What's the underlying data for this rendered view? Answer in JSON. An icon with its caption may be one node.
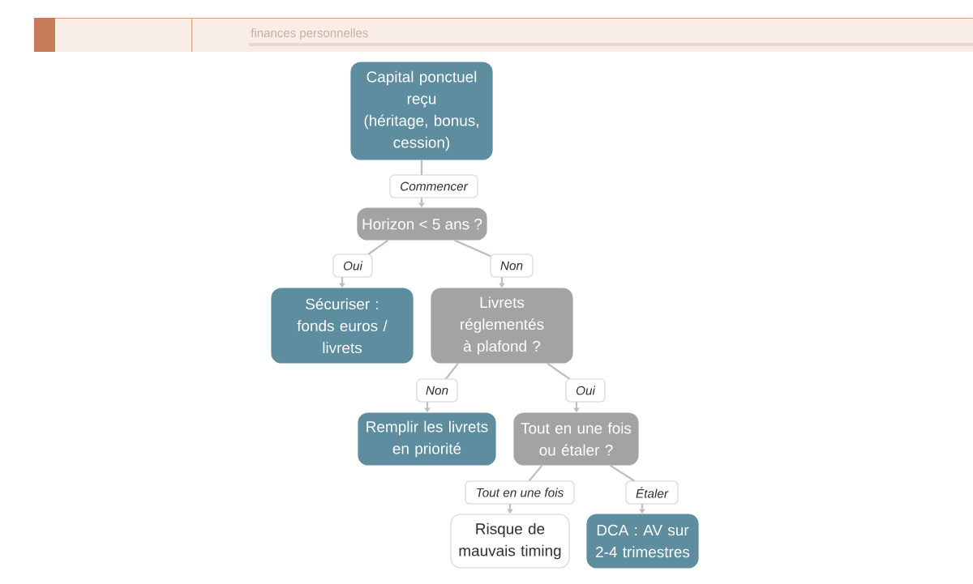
{
  "diagram": {
    "nodes": [
      {
        "text": [
          "Capital ponctuel reçu (héritage, bonus, cession)"
        ]
      },
      {
        "text": [
          "Horizon < 5 ans ?"
        ]
      },
      {
        "text": [
          "Sécuriser : fonds euros / livrets"
        ]
      },
      {
        "text": [
          "Livrets réglementés à plafond ?"
        ]
      },
      {
        "text": [
          "Remplir les livrets en priorité"
        ]
      },
      {
        "text": [
          "Tout en une fois ou étaler ?"
        ]
      },
      {
        "text": [
          "Risque de mauvais timing"
        ]
      },
      {
        "text": [
          "DCA : AV sur 2-4 trimestres"
        ]
      }
    ],
    "edges": [
      {
        "from": 0,
        "to": 1,
        "arrow": "to",
        "label": "Commencer"
      },
      {
        "from": 1,
        "to": 2,
        "arrow": "to",
        "label": "Oui"
      },
      {
        "from": 1,
        "to": 3,
        "arrow": "to",
        "label": "Non"
      },
      {
        "from": 3,
        "to": 4,
        "arrow": "to",
        "label": "Non"
      },
      {
        "from": 3,
        "to": 5,
        "arrow": "to",
        "label": "Oui"
      },
      {
        "from": 5,
        "to": 6,
        "arrow": "to",
        "label": "Tout en une fois"
      },
      {
        "from": 5,
        "to": 7,
        "arrow": "to",
        "label": "Étaler"
      }
    ],
    "labels": [
      "finances personnelles"
    ]
  }
}
